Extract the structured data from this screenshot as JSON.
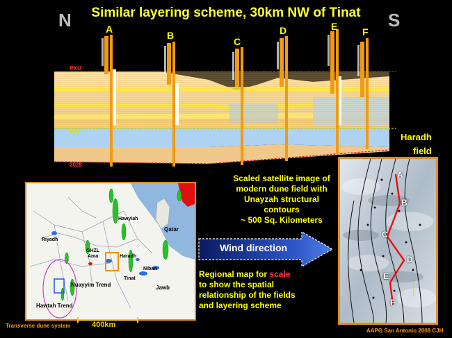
{
  "title": "Similar layering scheme, 30km NW of Tinat",
  "compass": {
    "north": "N",
    "south": "S"
  },
  "wells": [
    "A",
    "B",
    "C",
    "D",
    "E",
    "F"
  ],
  "horizons": {
    "top": "PKU",
    "middle": "MEL",
    "base": "2028"
  },
  "field_label": {
    "line1": "Haradh",
    "line2": "field"
  },
  "satellite_caption": [
    "Scaled satellite image of",
    "modern dune field with",
    "Unayzah structural",
    "contours",
    "~ 500 Sq. Kilometers"
  ],
  "wind_label": "Wind direction",
  "regional_caption": {
    "line1_pre": "Regional map for ",
    "line1_highlight": "scale",
    "line2": "to show the spatial",
    "line3": "relationship of the fields",
    "line4": "and layering scheme"
  },
  "map_labels": {
    "riyadh": "Riyadh",
    "hawyiah": "Hawyiah",
    "qatar": "Qatar",
    "ghzl": "GHZL",
    "ama": "Ama",
    "haradh": "Haradh",
    "niban": "Niban",
    "tinat": "Tinat",
    "jawb": "Jawb",
    "nuayyim": "Nuayyim Trend",
    "hawtah": "Hawtah Trend"
  },
  "scale_label": "400km",
  "footer_left": "Transverse dune system",
  "footer_right": "AAPG San Antonio 2008 CJH",
  "colors": {
    "title": "#ffff33",
    "label": "#ffff00",
    "highlight": "#ff3b3b",
    "frame": "#e38b1e",
    "well": "#f0900a"
  }
}
